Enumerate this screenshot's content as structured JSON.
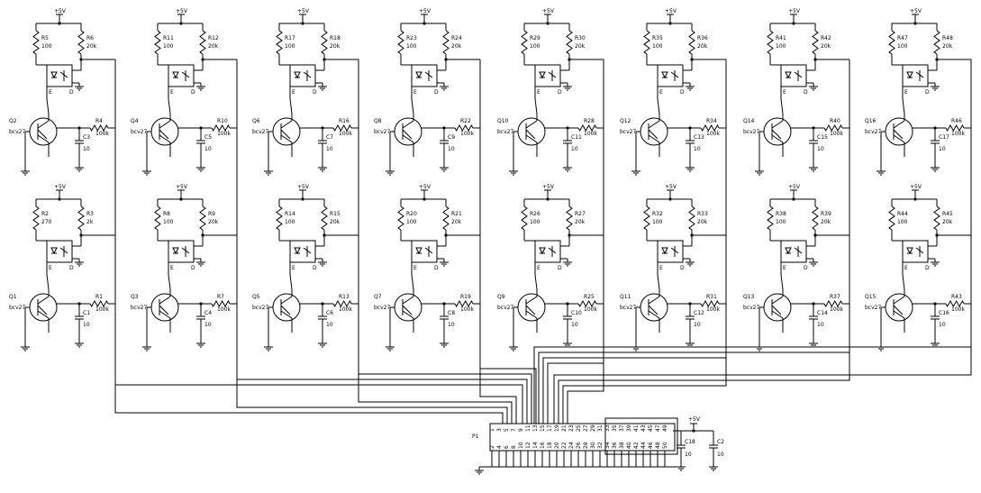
{
  "supply_label": "+5V",
  "cells": [
    {
      "rA": "R5",
      "rAv": "100",
      "rB": "R6",
      "rBv": "20k",
      "q": "Q2",
      "qv": "bcv27",
      "rC": "R4",
      "rCv": "100k",
      "c": "C3",
      "cv": "10"
    },
    {
      "rA": "R11",
      "rAv": "100",
      "rB": "R12",
      "rBv": "20k",
      "q": "Q4",
      "qv": "bcv27",
      "rC": "R10",
      "rCv": "100k",
      "c": "C5",
      "cv": "10"
    },
    {
      "rA": "R17",
      "rAv": "100",
      "rB": "R18",
      "rBv": "20k",
      "q": "Q6",
      "qv": "bcv27",
      "rC": "R16",
      "rCv": "100k",
      "c": "C7",
      "cv": "10"
    },
    {
      "rA": "R23",
      "rAv": "100",
      "rB": "R24",
      "rBv": "20k",
      "q": "Q8",
      "qv": "bcv27",
      "rC": "R22",
      "rCv": "100k",
      "c": "C9",
      "cv": "10"
    },
    {
      "rA": "R29",
      "rAv": "100",
      "rB": "R30",
      "rBv": "20k",
      "q": "Q10",
      "qv": "bcv27",
      "rC": "R28",
      "rCv": "100k",
      "c": "C11",
      "cv": "10"
    },
    {
      "rA": "R35",
      "rAv": "100",
      "rB": "R36",
      "rBv": "20k",
      "q": "Q12",
      "qv": "bcv27",
      "rC": "R34",
      "rCv": "100k",
      "c": "C13",
      "cv": "10"
    },
    {
      "rA": "R41",
      "rAv": "100",
      "rB": "R42",
      "rBv": "20k",
      "q": "Q14",
      "qv": "bcv27",
      "rC": "R40",
      "rCv": "100k",
      "c": "C15",
      "cv": "10"
    },
    {
      "rA": "R47",
      "rAv": "100",
      "rB": "R48",
      "rBv": "20k",
      "q": "Q16",
      "qv": "bcv27",
      "rC": "R46",
      "rCv": "100k",
      "c": "C17",
      "cv": "10"
    },
    {
      "rA": "R2",
      "rAv": "270",
      "rB": "R3",
      "rBv": "2k",
      "q": "Q1",
      "qv": "bcv27",
      "rC": "R1",
      "rCv": "100k",
      "c": "C1",
      "cv": "10"
    },
    {
      "rA": "R8",
      "rAv": "100",
      "rB": "R9",
      "rBv": "20k",
      "q": "Q3",
      "qv": "bcv27",
      "rC": "R7",
      "rCv": "100k",
      "c": "C4",
      "cv": "10"
    },
    {
      "rA": "R14",
      "rAv": "100",
      "rB": "R15",
      "rBv": "20k",
      "q": "Q5",
      "qv": "bcv27",
      "rC": "R13",
      "rCv": "100k",
      "c": "C6",
      "cv": "10"
    },
    {
      "rA": "R20",
      "rAv": "100",
      "rB": "R21",
      "rBv": "20k",
      "q": "Q7",
      "qv": "bcv27",
      "rC": "R19",
      "rCv": "100k",
      "c": "C8",
      "cv": "10"
    },
    {
      "rA": "R26",
      "rAv": "100",
      "rB": "R27",
      "rBv": "20k",
      "q": "Q9",
      "qv": "bcv27",
      "rC": "R25",
      "rCv": "100k",
      "c": "C10",
      "cv": "10"
    },
    {
      "rA": "R32",
      "rAv": "100",
      "rB": "R33",
      "rBv": "20k",
      "q": "Q11",
      "qv": "bcv27",
      "rC": "R31",
      "rCv": "100k",
      "c": "C12",
      "cv": "10"
    },
    {
      "rA": "R38",
      "rAv": "100",
      "rB": "R39",
      "rBv": "20k",
      "q": "Q13",
      "qv": "bcv27",
      "rC": "R37",
      "rCv": "100k",
      "c": "C14",
      "cv": "10"
    },
    {
      "rA": "R44",
      "rAv": "100",
      "rB": "R45",
      "rBv": "20k",
      "q": "Q15",
      "qv": "bcv27",
      "rC": "R43",
      "rCv": "100k",
      "c": "C16",
      "cv": "10"
    }
  ],
  "connector": {
    "ref": "P1",
    "top_pins": [
      "1",
      "3",
      "5",
      "7",
      "9",
      "11",
      "13",
      "15",
      "17",
      "19",
      "21",
      "23",
      "25",
      "27",
      "29",
      "31",
      "33",
      "35",
      "37",
      "39",
      "41",
      "43",
      "45",
      "47",
      "49"
    ],
    "bottom_pins": [
      "2",
      "4",
      "6",
      "8",
      "10",
      "12",
      "14",
      "16",
      "18",
      "20",
      "22",
      "24",
      "26",
      "28",
      "30",
      "32",
      "34",
      "36",
      "38",
      "40",
      "42",
      "44",
      "46",
      "48",
      "50"
    ]
  },
  "decoupling": [
    {
      "ref": "C18",
      "value": "10"
    },
    {
      "ref": "C2",
      "value": "10"
    }
  ],
  "opto_pin_labels": {
    "emitter": "E",
    "detector": "D"
  }
}
